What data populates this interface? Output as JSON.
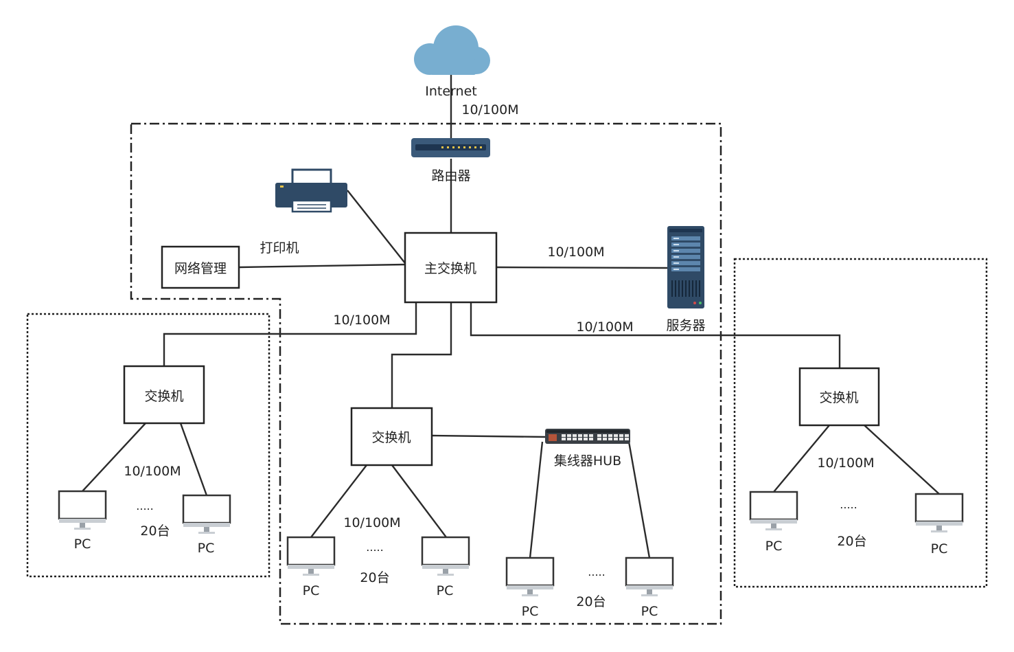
{
  "colors": {
    "cloud": "#78aed0",
    "device_dark": "#2f4a66",
    "device_mid": "#3b5a7a",
    "led": "#e6c34a",
    "line": "#2b2b2b",
    "monitor_screen": "#ffffff",
    "monitor_frame": "#333333"
  },
  "internet": {
    "label": "Internet",
    "icon": "cloud-icon"
  },
  "router": {
    "label": "路由器",
    "icon": "router-icon"
  },
  "printer": {
    "label": "打印机",
    "icon": "printer-icon"
  },
  "server": {
    "label": "服务器",
    "icon": "server-icon"
  },
  "hub": {
    "label": "集线器HUB",
    "icon": "hub-icon"
  },
  "boxes": {
    "main_switch": "主交换机",
    "net_mgmt": "网络管理",
    "switch_left": "交换机",
    "switch_center": "交换机",
    "switch_right": "交换机"
  },
  "speeds": {
    "internet_router": "10/100M",
    "main_server": "10/100M",
    "main_left": "10/100M",
    "main_right": "10/100M",
    "left_pcs": "10/100M",
    "center_pcs": "10/100M",
    "right_pcs": "10/100M"
  },
  "pc_groups": {
    "left": {
      "pc_a": "PC",
      "pc_b": "PC",
      "dots": ".....",
      "count": "20台"
    },
    "center": {
      "pc_a": "PC",
      "pc_b": "PC",
      "dots": ".....",
      "count": "20台"
    },
    "hub": {
      "pc_a": "PC",
      "pc_b": "PC",
      "dots": ".....",
      "count": "20台"
    },
    "right": {
      "pc_a": "PC",
      "pc_b": "PC",
      "dots": ".....",
      "count": "20台"
    }
  }
}
